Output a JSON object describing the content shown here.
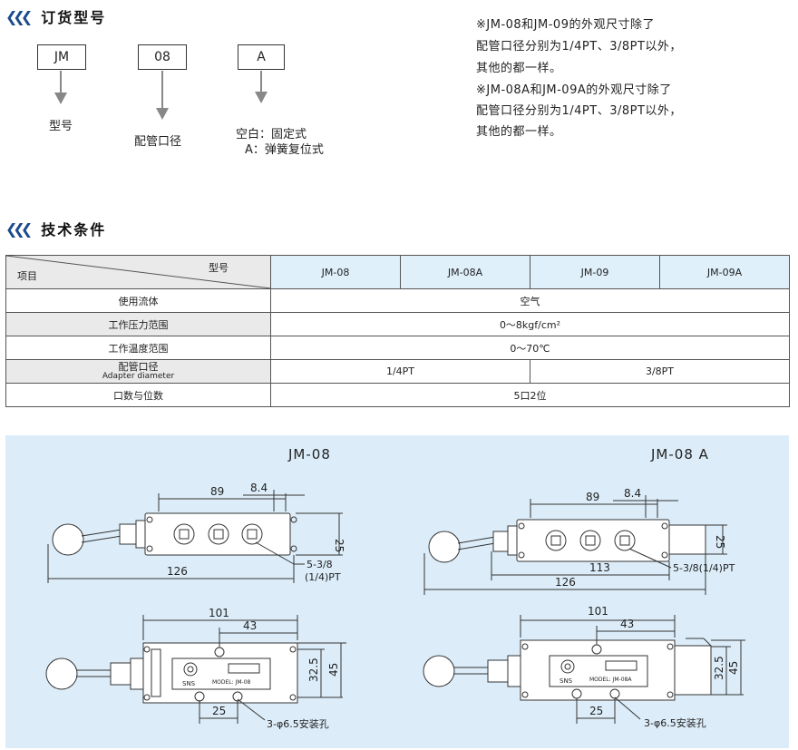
{
  "ordering": {
    "title": "订货型号",
    "codes": [
      "JM",
      "08",
      "A"
    ],
    "label_model": "型号",
    "label_port": "配管口径",
    "label_blank": "空白：固定式",
    "label_a": "A：弹簧复位式"
  },
  "notes": [
    "※JM-08和JM-09的外观尺寸除了",
    "配管口径分别为1/4PT、3/8PT以外，",
    "其他的都一样。",
    "※JM-08A和JM-09A的外观尺寸除了",
    "配管口径分别为1/4PT、3/8PT以外，",
    "其他的都一样。"
  ],
  "tech": {
    "title": "技术条件",
    "corner_top": "型号",
    "corner_bottom": "项目",
    "models": [
      "JM-08",
      "JM-08A",
      "JM-09",
      "JM-09A"
    ],
    "rows": [
      {
        "label": "使用流体",
        "value": "空气"
      },
      {
        "label": "工作压力范围",
        "value": "0～8kgf/cm²"
      },
      {
        "label": "工作温度范围",
        "value": "0～70℃"
      },
      {
        "label": "配管口径",
        "label_en": "Adapter diameter",
        "value_a": "1/4PT",
        "value_b": "3/8PT"
      },
      {
        "label": "口数与位数",
        "value": "5口2位"
      }
    ]
  },
  "drawings": {
    "left_title": "JM-08",
    "right_title": "JM-08 A",
    "dim_89": "89",
    "dim_84": "8.4",
    "dim_25": "25",
    "dim_126": "126",
    "dim_113": "113",
    "port_left_1": "5-3/8",
    "port_left_2": "(1/4)PT",
    "port_right": "5-3/8(1/4)PT",
    "dim_101": "101",
    "dim_43": "43",
    "dim_325": "32.5",
    "dim_45": "45",
    "dim_25b": "25",
    "holes": "3-φ6.5安装孔",
    "brand": "SNS",
    "model_plate_left": "MODEL: JM-08",
    "model_plate_right": "MODEL: JM-08A"
  }
}
